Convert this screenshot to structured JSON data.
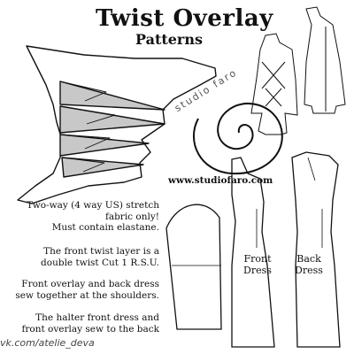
{
  "header": {
    "title": "Twist Overlay",
    "subtitle": "Patterns"
  },
  "notes": [
    [
      "Two-way (4 way US) stretch",
      "fabric only!",
      "Must contain elastane."
    ],
    [
      "The front twist layer is a",
      "double twist Cut 1 R.S.U."
    ],
    [
      "Front overlay and back dress",
      "sew together at the shoulders."
    ],
    [
      "The halter front dress and",
      "front overlay sew to the back"
    ]
  ],
  "website": "www.studiofaro.com",
  "watermark": "studio faro",
  "pieces": {
    "front_dress": [
      "Front",
      "Dress"
    ],
    "back_dress": [
      "Back",
      "Dress"
    ]
  },
  "source_tag": "vk.com/atelie_deva",
  "colors": {
    "ink": "#111111",
    "fill": "#c8c8c8",
    "background": "#ffffff"
  }
}
